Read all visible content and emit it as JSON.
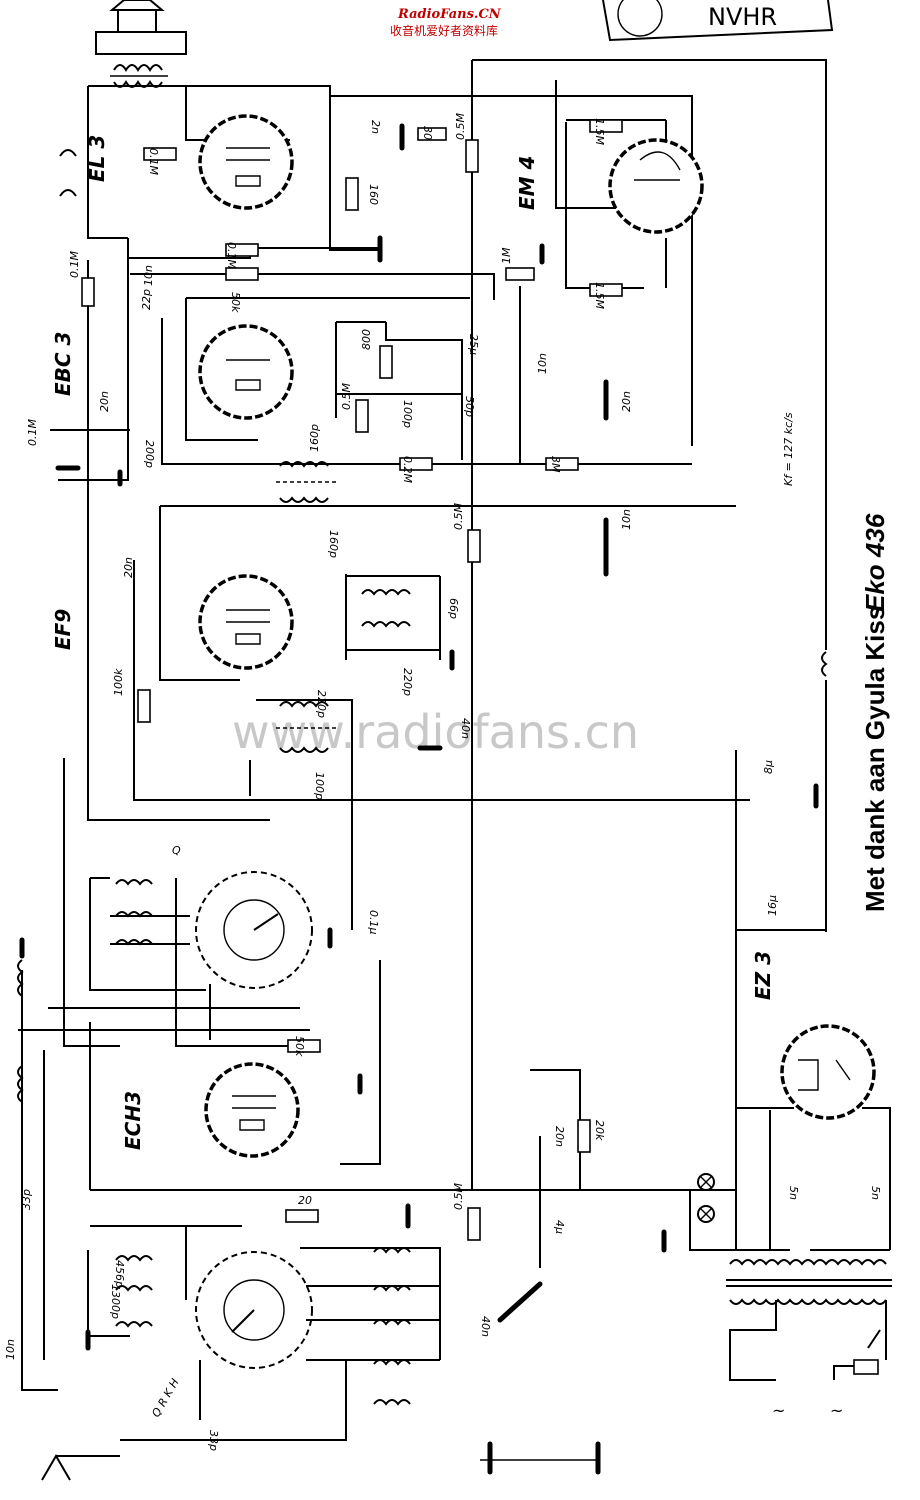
{
  "header": {
    "brand_en": "RadioFans.CN",
    "brand_cn": "收音机爱好者资料库",
    "stamp": "NVHR"
  },
  "watermark": "www.radiofans.cn",
  "credit": "Met dank aan Gyula Kiss",
  "model": "Eko 436",
  "if_note": "Kf = 127 kc/s",
  "tubes": {
    "el3": "EL 3",
    "em4": "EM 4",
    "ebc3": "EBC 3",
    "ef9": "EF9",
    "ech3": "ECH3",
    "ez3": "EZ 3"
  },
  "components": {
    "c_2n": "2n",
    "r_30": "30",
    "r_01m_el3": "0.1M",
    "r_160": "160",
    "r_05m_top": "0.5M",
    "r_15m_a": "1.5M",
    "r_15m_b": "1.5M",
    "r_01m_mid": "0.1M",
    "r_01m_left": "0.1M",
    "c_10n_left": "10n",
    "r_50k_mid": "50k",
    "pot_1m": "1M",
    "c_22p": "22p",
    "r_800": "800",
    "c_25u": "25µ",
    "c_10n_em": "10n",
    "c_20n_ebc": "20n",
    "c_20n_right": "20n",
    "r_05m_ebc": "0.5M",
    "c_100p_ebc": "100p",
    "c_50p": "50p",
    "pot_01m": "0.1M",
    "c_200p": "200p",
    "c_160p_a": "160p",
    "r_02m": "0.2M",
    "r_3m": "3M",
    "c_160p_b": "160p",
    "c_10n_ef9": "10n",
    "r_05m_ef9": "0.5M",
    "c_20n_ef9": "20n",
    "c_66p": "66p",
    "c_220p_a": "220p",
    "r_100k": "100k",
    "c_220p_b": "220p",
    "c_40n_mid": "40n",
    "c_100p_if": "100p",
    "c_8u": "8µ",
    "c_01u": "0.1µ",
    "c_16u": "16µ",
    "r_50k_ech": "50k",
    "c_33p_a": "33p",
    "c_20n_psu": "20n",
    "r_20k": "20k",
    "r_20": "20",
    "r_05m_ech": "0.5M",
    "c_4u": "4µ",
    "c_456p": "456p",
    "c_1300p": "1300p",
    "c_40n_low": "40n",
    "c_10n_ant": "10n",
    "c_33p_b": "33p",
    "c_5n_a": "5n",
    "c_5n_b": "5n",
    "band_q": "Q",
    "band_letters": "Q R K H"
  }
}
